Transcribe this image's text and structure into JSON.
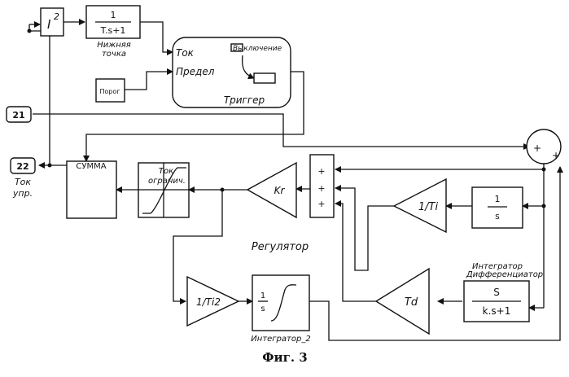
{
  "figure_caption": "Фиг. 3",
  "blocks": {
    "square": {
      "base": "I",
      "exponent": "2"
    },
    "lowpass": {
      "numerator": "1",
      "denominator": "T.s+1",
      "caption_line1": "Нижняя",
      "caption_line2": "точка"
    },
    "trigger": {
      "input_tok": "Ток",
      "input_predel": "Предел",
      "switch_label": "Выключение",
      "caption": "Триггер"
    },
    "threshold": {
      "label": "Порог"
    },
    "port_in": {
      "label": "21"
    },
    "port_out": {
      "label": "22",
      "caption_line1": "Ток",
      "caption_line2": "упр."
    },
    "summa": {
      "label": "СУММА"
    },
    "limiter": {
      "caption_line1": "Ток",
      "caption_line2": "огранич."
    },
    "gain_kr": {
      "label": "Kr"
    },
    "adder3": {
      "signs": [
        "+",
        "+",
        "+"
      ]
    },
    "sum_circle": {
      "signs": [
        "+",
        "+"
      ]
    },
    "gain_ti": {
      "label": "1/Ti"
    },
    "integrator": {
      "numerator": "1",
      "denominator": "s",
      "caption": "Интегратор"
    },
    "gain_td": {
      "label": "Td"
    },
    "differentiator": {
      "numerator": "S",
      "denominator": "k.s+1",
      "caption": "Дифференциатор"
    },
    "gain_ti2": {
      "label": "1/Ti2"
    },
    "integrator2": {
      "numerator": "1",
      "denominator": "s",
      "caption": "Интегратор_2"
    },
    "regulator": {
      "caption": "Регулятор"
    }
  }
}
